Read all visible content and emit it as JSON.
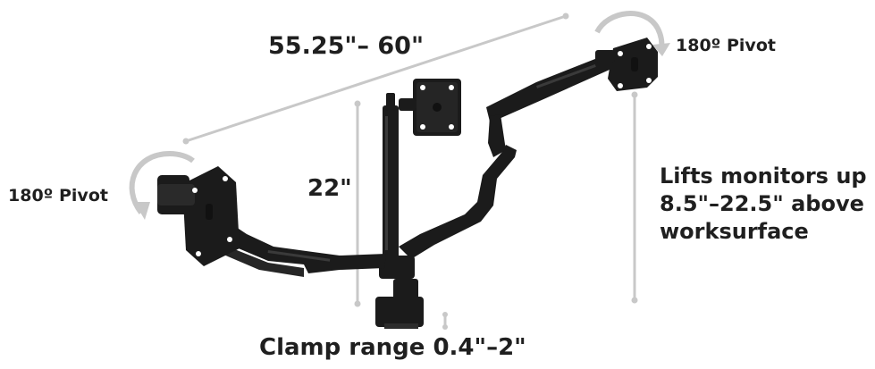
{
  "dimensions": {
    "span_width": "55.25\"– 60\"",
    "pole_height": "22\"",
    "clamp_range": "Clamp range 0.4\"–2\""
  },
  "pivot": {
    "left_label": "180º Pivot",
    "right_label": "180º Pivot"
  },
  "lift": {
    "lines": [
      "Lifts monitors up",
      "8.5\"–22.5\" above",
      "worksurface"
    ]
  },
  "colors": {
    "text": "#1f1f1f",
    "dimension_lines": "#c8c8c8",
    "arm": "#1b1b1b",
    "arm_highlight": "#3a3a3a"
  },
  "icons": [
    "rotate-arrow-left-icon",
    "rotate-arrow-right-icon"
  ]
}
